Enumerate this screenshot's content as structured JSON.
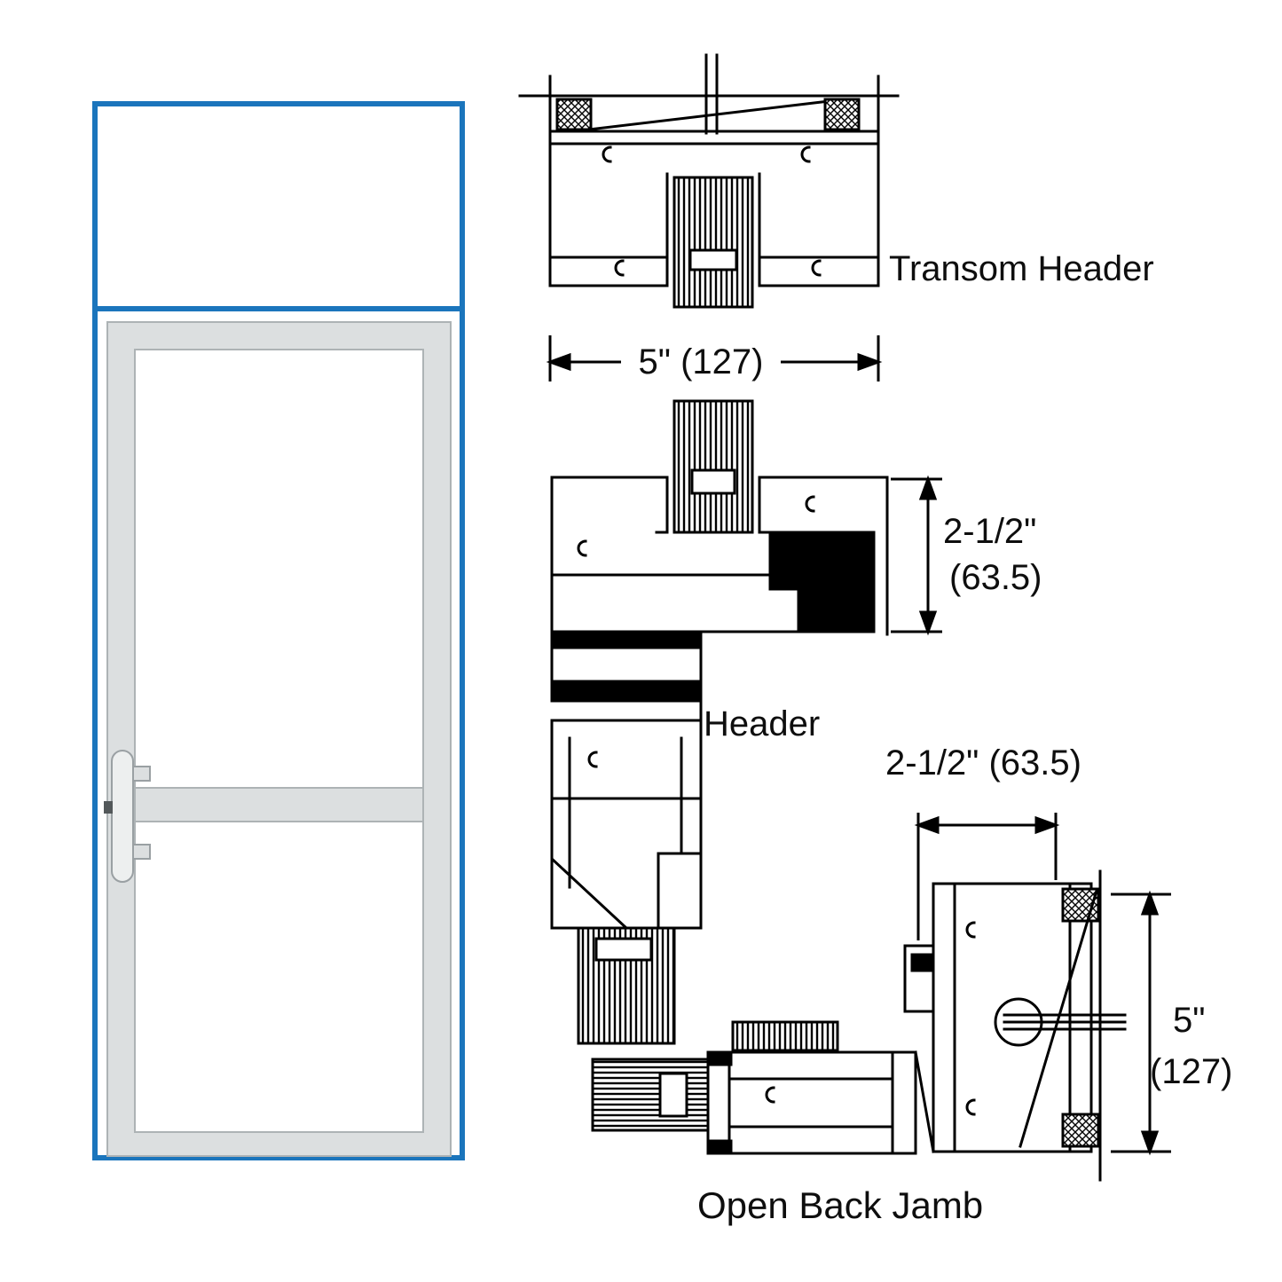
{
  "diagram": {
    "type": "storefront-door-cross-section-detail"
  },
  "colors": {
    "frame_blue": "#1b75bc",
    "line_black": "#000000",
    "door_gray": "#dcdfe0"
  },
  "labels": {
    "transom_header": "Transom Header",
    "header": "Header",
    "open_back_jamb": "Open Back Jamb"
  },
  "dimensions": {
    "transom_width": "5\" (127)",
    "header_height_in": "2-1/2\"",
    "header_height_mm": "(63.5)",
    "jamb_width": "2-1/2\" (63.5)",
    "jamb_height_in": "5\"",
    "jamb_height_mm": "(127)"
  }
}
